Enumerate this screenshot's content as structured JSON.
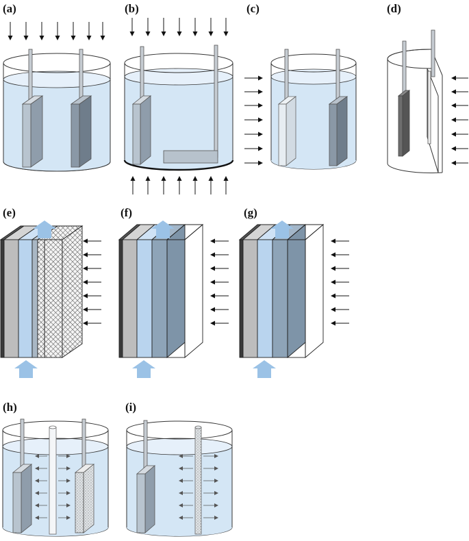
{
  "panels": [
    {
      "id": "a",
      "label": "(a)"
    },
    {
      "id": "b",
      "label": "(b)"
    },
    {
      "id": "c",
      "label": "(c)"
    },
    {
      "id": "d",
      "label": "(d)"
    },
    {
      "id": "e",
      "label": "(e)"
    },
    {
      "id": "f",
      "label": "(f)"
    },
    {
      "id": "g",
      "label": "(g)"
    },
    {
      "id": "h",
      "label": "(h)"
    },
    {
      "id": "i",
      "label": "(i)"
    }
  ],
  "colors": {
    "electrolyte": "#d4e6f5",
    "electrolyte_surface": "#e6f0fa",
    "electrode_light": "#b0bfcc",
    "electrode_dark": "#7f8e9c",
    "membrane_blue": "#b9d4ee",
    "flow_arrow": "#9bc2e6",
    "stroke": "#333333"
  }
}
